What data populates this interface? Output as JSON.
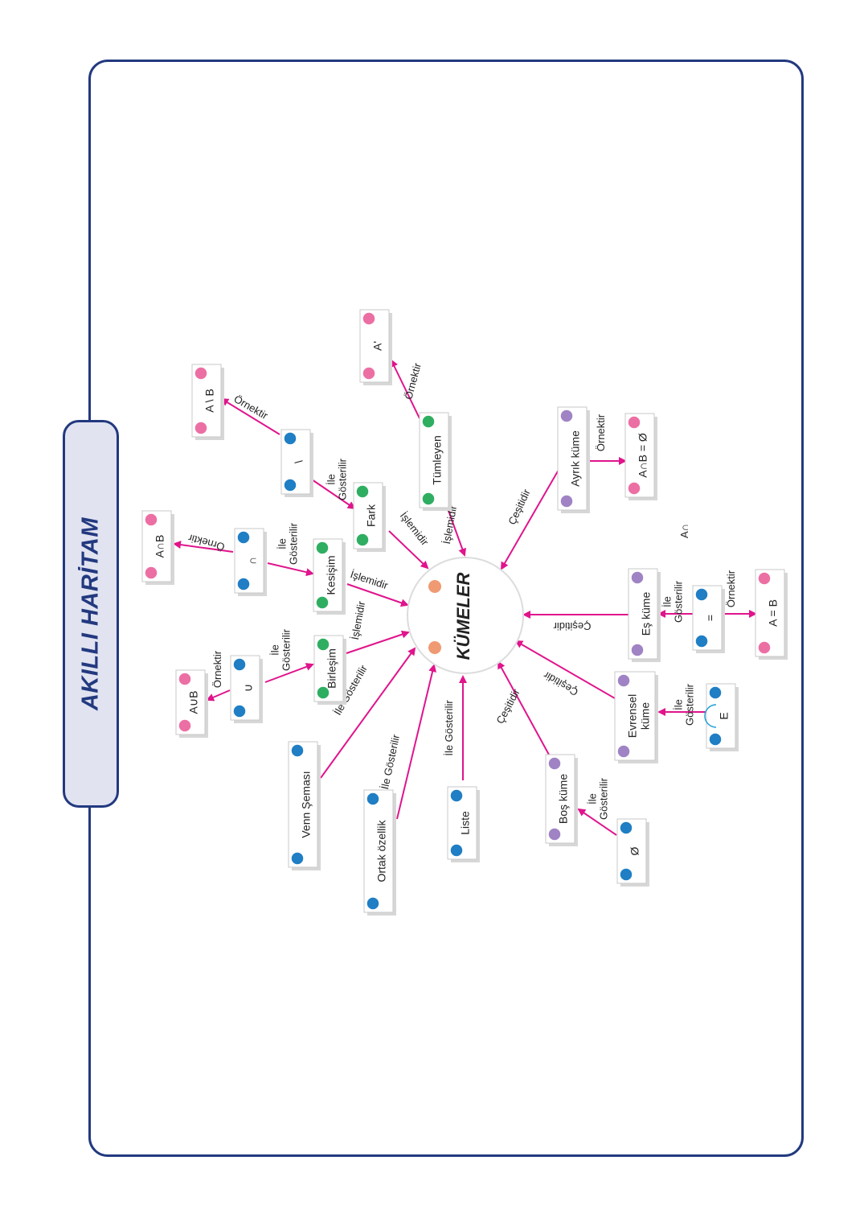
{
  "title": "AKILLI HARİTAM",
  "center": {
    "label": "KÜMELER"
  },
  "colors": {
    "frame": "#22397f",
    "title_bg": "#e1e3f1",
    "arrow": "#e0148c",
    "dot_pink": "#ec6fa4",
    "dot_blue": "#1f7ec4",
    "dot_green": "#2fae62",
    "dot_purple": "#a083c4",
    "dot_orange": "#ef9a72"
  },
  "nodes": [
    {
      "id": "birlesim",
      "label": "Birleşim",
      "dot": "dot_green"
    },
    {
      "id": "kesisim",
      "label": "Kesişim",
      "dot": "dot_green"
    },
    {
      "id": "fark",
      "label": "Fark",
      "dot": "dot_green"
    },
    {
      "id": "tumleyen",
      "label": "Tümleyen",
      "dot": "dot_green"
    },
    {
      "id": "ayrik",
      "label": "Ayrık küme",
      "dot": "dot_purple"
    },
    {
      "id": "es",
      "label": "Eş küme",
      "dot": "dot_purple"
    },
    {
      "id": "evrensel",
      "label": "Evrensel küme",
      "dot": "dot_purple"
    },
    {
      "id": "bos",
      "label": "Boş küme",
      "dot": "dot_purple"
    },
    {
      "id": "venn",
      "label": "Venn Şeması",
      "dot": "dot_blue"
    },
    {
      "id": "ortak",
      "label": "Ortak özellik",
      "dot": "dot_blue"
    },
    {
      "id": "liste",
      "label": "Liste",
      "dot": "dot_blue"
    },
    {
      "id": "sym_union",
      "label": "∪",
      "dot": "dot_blue"
    },
    {
      "id": "sym_inter",
      "label": "∩",
      "dot": "dot_blue"
    },
    {
      "id": "sym_diff",
      "label": "\\",
      "dot": "dot_blue"
    },
    {
      "id": "sym_eq",
      "label": "=",
      "dot": "dot_blue"
    },
    {
      "id": "sym_E",
      "label": "E",
      "dot": "dot_blue"
    },
    {
      "id": "sym_empty",
      "label": "Ø",
      "dot": "dot_blue"
    },
    {
      "id": "ex_union",
      "label": "A∪B",
      "dot": "dot_pink"
    },
    {
      "id": "ex_inter",
      "label": "A∩B",
      "dot": "dot_pink"
    },
    {
      "id": "ex_diff",
      "label": "A \\ B",
      "dot": "dot_pink"
    },
    {
      "id": "ex_comp",
      "label": "A'",
      "dot": "dot_pink"
    },
    {
      "id": "ex_disjoint",
      "label": "A∩B = Ø",
      "dot": "dot_pink"
    },
    {
      "id": "ex_equal",
      "label": "A = B",
      "dot": "dot_pink"
    }
  ],
  "edges": [
    {
      "from": "birlesim",
      "to": "center",
      "label": "İşlemidir"
    },
    {
      "from": "kesisim",
      "to": "center",
      "label": "İşlemidir"
    },
    {
      "from": "fark",
      "to": "center",
      "label": "İşlemidir"
    },
    {
      "from": "tumleyen",
      "to": "center",
      "label": "İşlemidir"
    },
    {
      "from": "ayrik",
      "to": "center",
      "label": "Çeşitidir"
    },
    {
      "from": "es",
      "to": "center",
      "label": "Çeşitidir"
    },
    {
      "from": "evrensel",
      "to": "center",
      "label": "Çeşitidir"
    },
    {
      "from": "bos",
      "to": "center",
      "label": "Çeşitidir"
    },
    {
      "from": "venn",
      "to": "center",
      "label": "İle Gösterilir"
    },
    {
      "from": "ortak",
      "to": "center",
      "label": "İle Gösterilir"
    },
    {
      "from": "liste",
      "to": "center",
      "label": "İle Gösterilir"
    },
    {
      "from": "sym_union",
      "to": "birlesim",
      "label": "İle Gösterilir"
    },
    {
      "from": "sym_inter",
      "to": "kesisim",
      "label": "İle Gösterilir"
    },
    {
      "from": "sym_diff",
      "to": "fark",
      "label": "İle Gösterilir"
    },
    {
      "from": "sym_eq",
      "to": "es",
      "label": "İle Gösterilir"
    },
    {
      "from": "sym_E",
      "to": "evrensel",
      "label": "İle Gösterilir"
    },
    {
      "from": "sym_empty",
      "to": "bos",
      "label": "İle Gösterilir"
    },
    {
      "from": "sym_union",
      "to": "ex_union",
      "label": "Örnektir"
    },
    {
      "from": "sym_inter",
      "to": "ex_inter",
      "label": "Örnektir"
    },
    {
      "from": "sym_diff",
      "to": "ex_diff",
      "label": "Örnektir"
    },
    {
      "from": "tumleyen",
      "to": "ex_comp",
      "label": "Örnektir"
    },
    {
      "from": "ayrik",
      "to": "ex_disjoint",
      "label": "Örnektir"
    },
    {
      "from": "sym_eq",
      "to": "ex_equal",
      "label": "Örnektir"
    }
  ],
  "stray_text": "A∩"
}
